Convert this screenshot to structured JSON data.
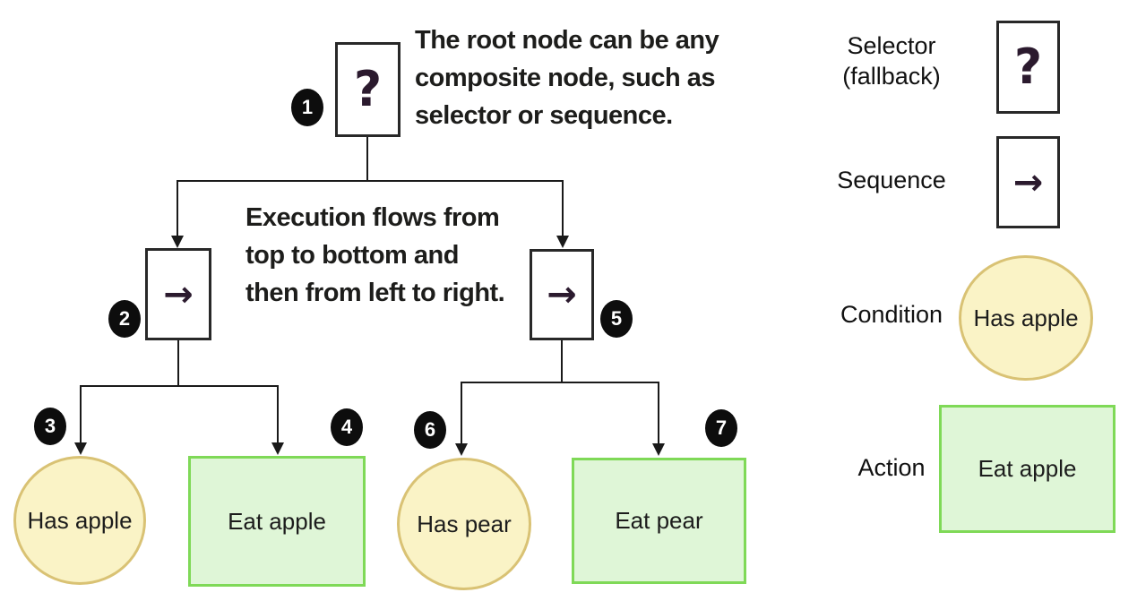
{
  "annotations": {
    "root_note": "The root node can be any\ncomposite node, such as\nselector or sequence.",
    "flow_note": "Execution flows from\ntop to bottom and\nthen from left to right."
  },
  "tree": {
    "root": {
      "badge": "1",
      "symbol": "?"
    },
    "sequence_left": {
      "badge": "2",
      "symbol": "→"
    },
    "sequence_right": {
      "badge": "5",
      "symbol": "→"
    },
    "condition_left": {
      "badge": "3",
      "label": "Has apple"
    },
    "action_left": {
      "badge": "4",
      "label": "Eat apple"
    },
    "condition_right": {
      "badge": "6",
      "label": "Has pear"
    },
    "action_right": {
      "badge": "7",
      "label": "Eat pear"
    }
  },
  "legend": {
    "selector": {
      "label": "Selector\n(fallback)",
      "symbol": "?"
    },
    "sequence": {
      "label": "Sequence",
      "symbol": "→"
    },
    "condition": {
      "label": "Condition",
      "example": "Has apple"
    },
    "action": {
      "label": "Action",
      "example": "Eat apple"
    }
  },
  "colors": {
    "condition_fill": "#FAF3C6",
    "condition_border": "#D9C274",
    "action_fill": "#DFF6D7",
    "action_border": "#7FD957",
    "composite_border": "#282828",
    "symbol": "#2B1A2E",
    "connector": "#1A1A1A",
    "badge_bg": "#0D0D0D",
    "badge_text": "#FFFFFF",
    "background": "#FFFFFF",
    "text": "#1D1D1B"
  }
}
